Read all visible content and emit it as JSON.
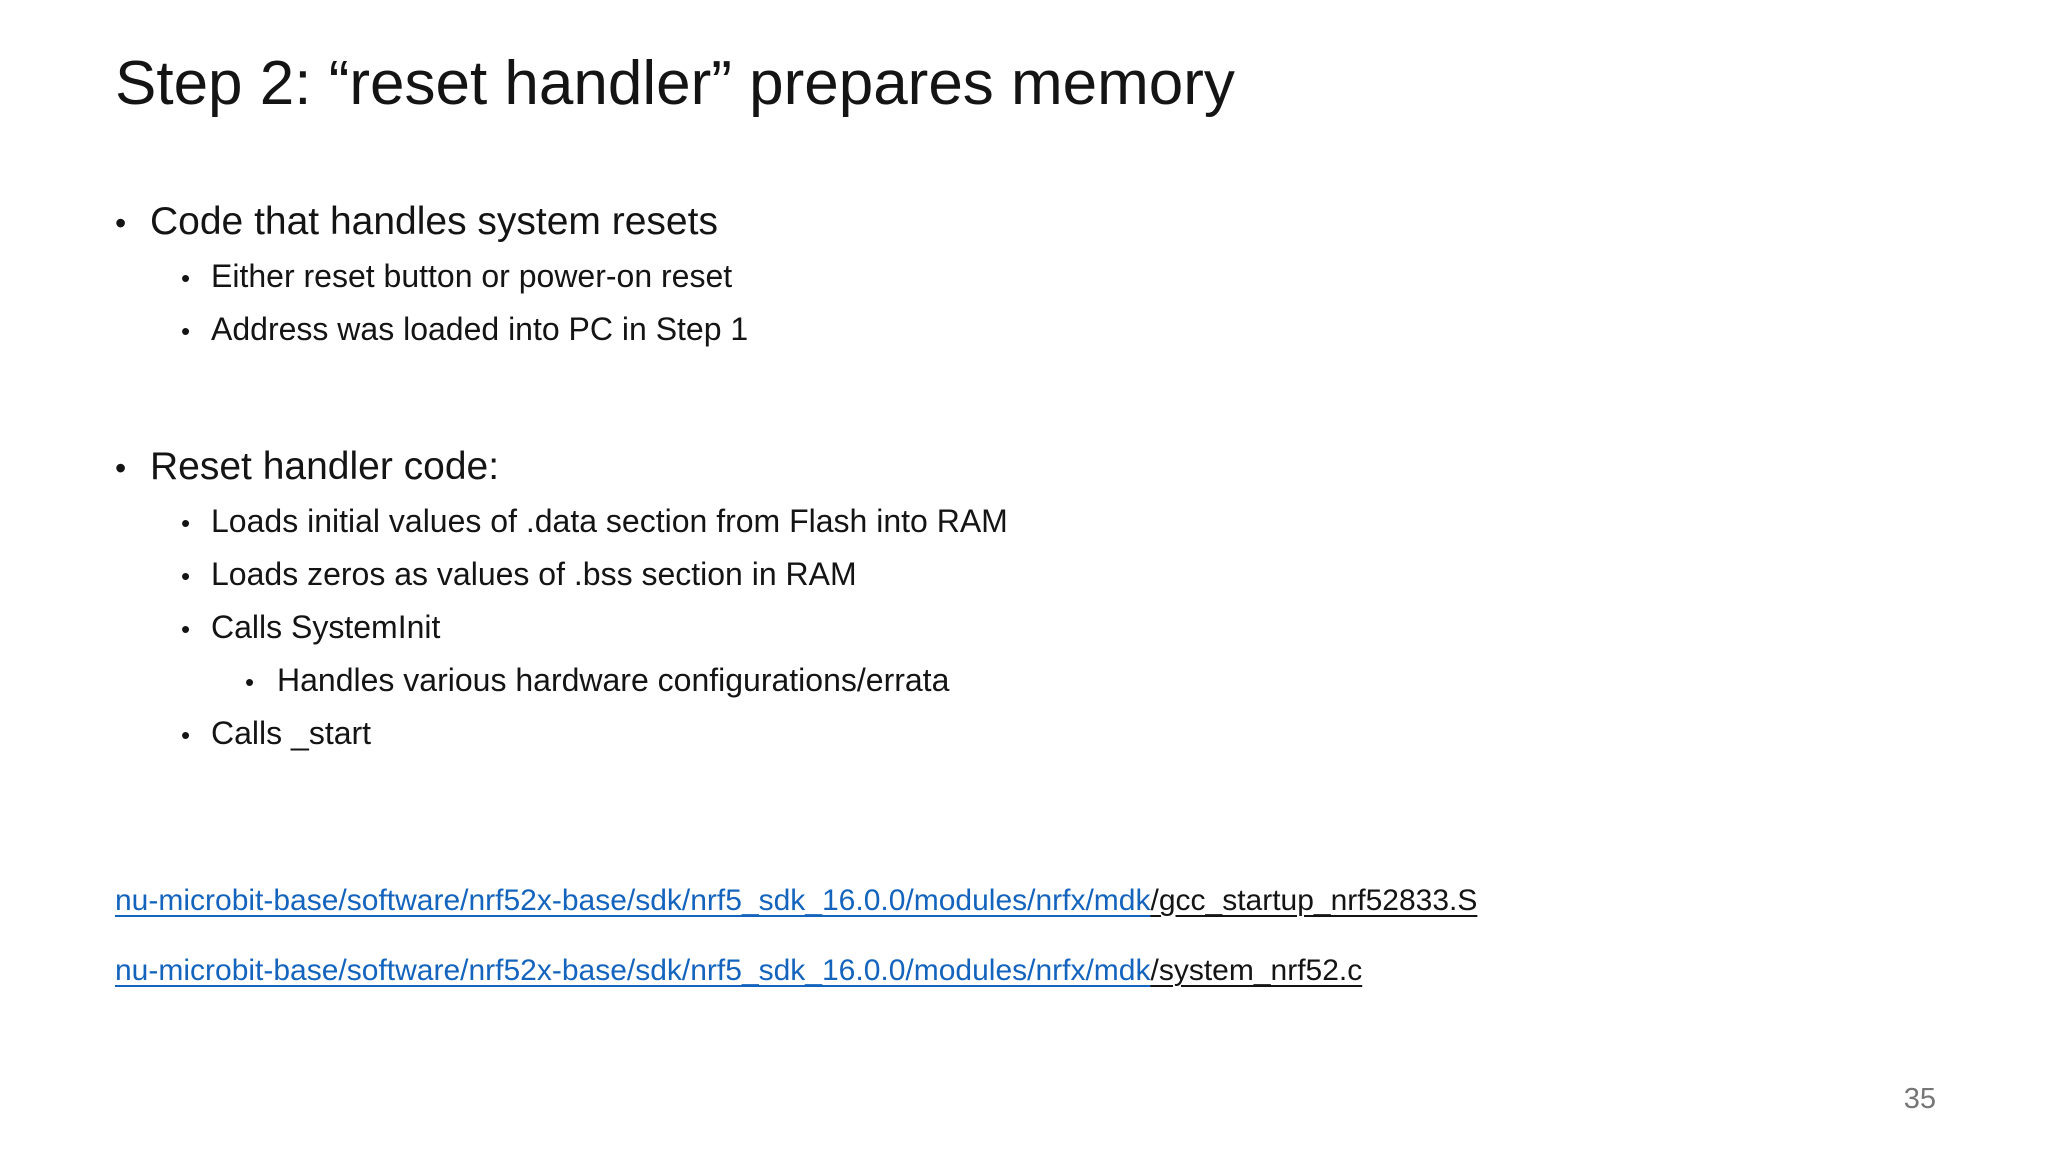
{
  "colors": {
    "text": "#141414",
    "link_blue": "#1464BE",
    "page_number": "#767676",
    "background": "#ffffff"
  },
  "slide": {
    "title": "Step 2: “reset handler” prepares memory",
    "bullet_char": "•",
    "bullets": [
      {
        "level": 1,
        "text": "Code that handles system resets"
      },
      {
        "level": 2,
        "text": "Either reset button or power-on reset"
      },
      {
        "level": 2,
        "text": "Address was loaded into PC in Step 1"
      },
      {
        "level": 1,
        "text": "Reset handler code:"
      },
      {
        "level": 2,
        "text": "Loads initial values of .data section from Flash into RAM"
      },
      {
        "level": 2,
        "text": "Loads zeros as values of .bss section in RAM"
      },
      {
        "level": 2,
        "text": "Calls SystemInit"
      },
      {
        "level": 3,
        "text": "Handles various hardware configurations/errata"
      },
      {
        "level": 2,
        "text": "Calls _start"
      }
    ],
    "links": [
      {
        "path": "nu-microbit-base/software/nrf52x-base/sdk/nrf5_sdk_16.0.0/modules/nrfx/mdk",
        "file": "/gcc_startup_nrf52833.S"
      },
      {
        "path": "nu-microbit-base/software/nrf52x-base/sdk/nrf5_sdk_16.0.0/modules/nrfx/mdk",
        "file": "/system_nrf52.c"
      }
    ],
    "page_number": "35"
  }
}
